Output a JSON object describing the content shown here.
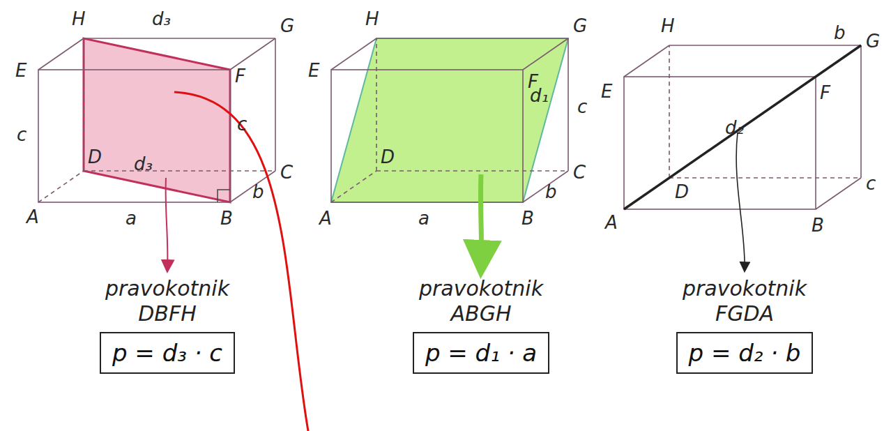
{
  "diagram": {
    "nodes": [
      {
        "text": [
          "pravokotnik DBFH",
          "p = d₃ · c"
        ]
      },
      {
        "text": [
          "pravokotnik ABGH",
          "p = d₁ · a"
        ]
      },
      {
        "text": [
          "pravokotnik FGDA",
          "p = d₂ · b"
        ]
      }
    ],
    "labels": [
      "H",
      "d₃",
      "G",
      "E",
      "F",
      "c",
      "c",
      "D",
      "d₃",
      "B",
      "C",
      "b",
      "A",
      "a",
      "H",
      "G",
      "E",
      "F",
      "d₁",
      "c",
      "D",
      "C",
      "b",
      "A",
      "a",
      "B",
      "H",
      "b",
      "G",
      "E",
      "F",
      "d₂",
      "D",
      "c",
      "A",
      "B"
    ]
  }
}
